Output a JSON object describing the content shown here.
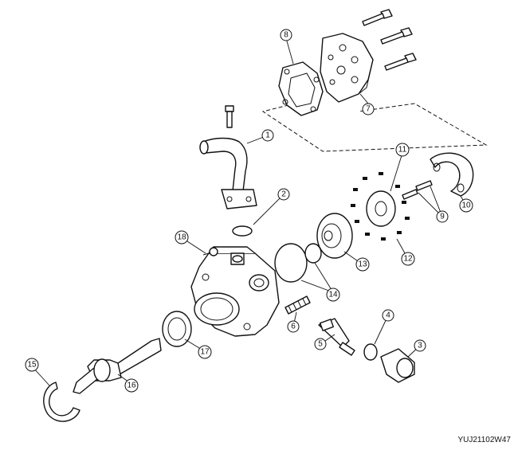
{
  "diagram": {
    "reference_code": "YUJ21102W47",
    "callouts": [
      "1",
      "2",
      "3",
      "4",
      "5",
      "6",
      "7",
      "8",
      "9",
      "10",
      "11",
      "12",
      "13",
      "14",
      "15",
      "16",
      "17",
      "18"
    ]
  }
}
